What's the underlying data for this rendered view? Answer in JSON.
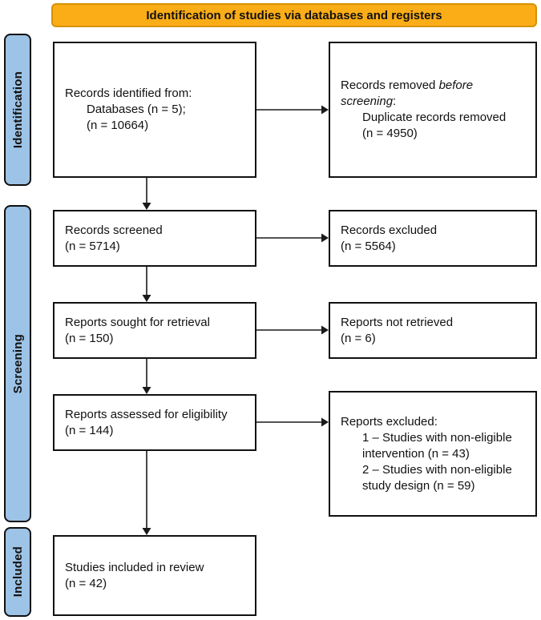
{
  "banner": {
    "label": "Identification of studies via databases and registers"
  },
  "colors": {
    "banner_fill": "#FBAD17",
    "banner_border": "#D79100",
    "stage_fill": "#9DC3E6",
    "box_border": "#111111",
    "arrow": "#1a1a1a"
  },
  "stages": {
    "identification": "Identification",
    "screening": "Screening",
    "included": "Included"
  },
  "boxes": {
    "records_identified": {
      "line1": "Records identified from:",
      "line2": "Databases (n = 5);",
      "line3": "(n = 10664)"
    },
    "records_removed": {
      "prefix": "Records removed ",
      "italic": "before screening",
      "suffix": ":",
      "line2": "Duplicate records removed",
      "line3": "(n = 4950)"
    },
    "records_screened": {
      "line1": "Records screened",
      "line2": "(n = 5714)"
    },
    "records_excluded": {
      "line1": "Records excluded",
      "line2": "(n = 5564)"
    },
    "reports_sought": {
      "line1": "Reports sought for retrieval",
      "line2": "(n = 150)"
    },
    "reports_not_retrieved": {
      "line1": "Reports not retrieved",
      "line2": "(n = 6)"
    },
    "reports_assessed": {
      "line1": "Reports assessed for eligibility",
      "line2": "(n = 144)"
    },
    "reports_excluded": {
      "line1": "Reports excluded:",
      "line2": "1 – Studies with non-eligible intervention (n = 43)",
      "line3": "2 – Studies with non-eligible study design (n = 59)"
    },
    "studies_included": {
      "line1": "Studies included in review",
      "line2": "(n = 42)"
    }
  }
}
